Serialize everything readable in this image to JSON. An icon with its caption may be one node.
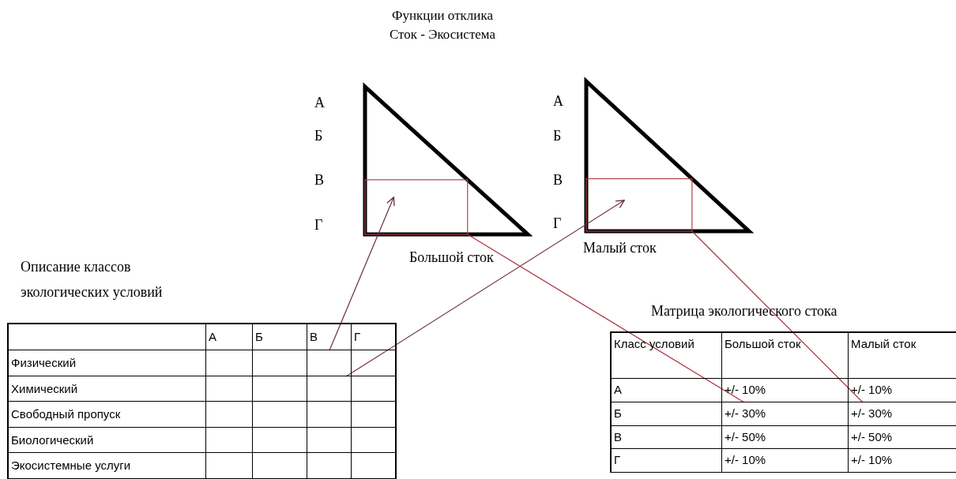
{
  "diagram": {
    "title": "Функции отклика Сток - Экосистема",
    "nodes": [
      {
        "text": [],
        "shape": "triangle",
        "beside": [
          "А",
          "Б",
          "В",
          "Г",
          "Большой сток"
        ]
      },
      {
        "text": [],
        "shape": "box",
        "in": 0
      },
      {
        "text": [],
        "shape": "triangle",
        "beside": [
          "А",
          "Б",
          "В",
          "Г",
          "Малый сток"
        ]
      },
      {
        "text": [],
        "shape": "box",
        "in": 2
      },
      {
        "text": [
          "Описание классов экологических условий"
        ]
      },
      {
        "text": [],
        "shape": "box",
        "in": 4
      },
      {
        "text": [],
        "shape": "box",
        "in": 4
      },
      {
        "text": [
          "Матрица экологического стока"
        ]
      },
      {
        "text": [
          "+/- 30%"
        ],
        "in": 7
      },
      {
        "text": [
          "+/- 30%"
        ],
        "in": 7
      }
    ],
    "edges": [
      {
        "from": 5,
        "to": 1,
        "arrow": "to",
        "color": "#6a2a45"
      },
      {
        "from": 6,
        "to": 3,
        "arrow": "to",
        "color": "#6a2a45"
      },
      {
        "from": 1,
        "to": 8,
        "arrow": "none",
        "color": "#a8323e"
      },
      {
        "from": 3,
        "to": 9,
        "arrow": "none",
        "color": "#a8323e"
      }
    ],
    "labels": [
      "А",
      "Б",
      "В",
      "Г",
      "Физический",
      "Химический",
      "Свободный пропуск",
      "Биологический",
      "Экосистемные услуги",
      "Класс условий",
      "Большой сток",
      "Малый сток",
      "А",
      "+/- 10%",
      "+/- 10%",
      "Б",
      "В",
      "+/- 50%",
      "+/- 50%",
      "Г",
      "+/- 10%",
      "+/- 10%"
    ]
  }
}
